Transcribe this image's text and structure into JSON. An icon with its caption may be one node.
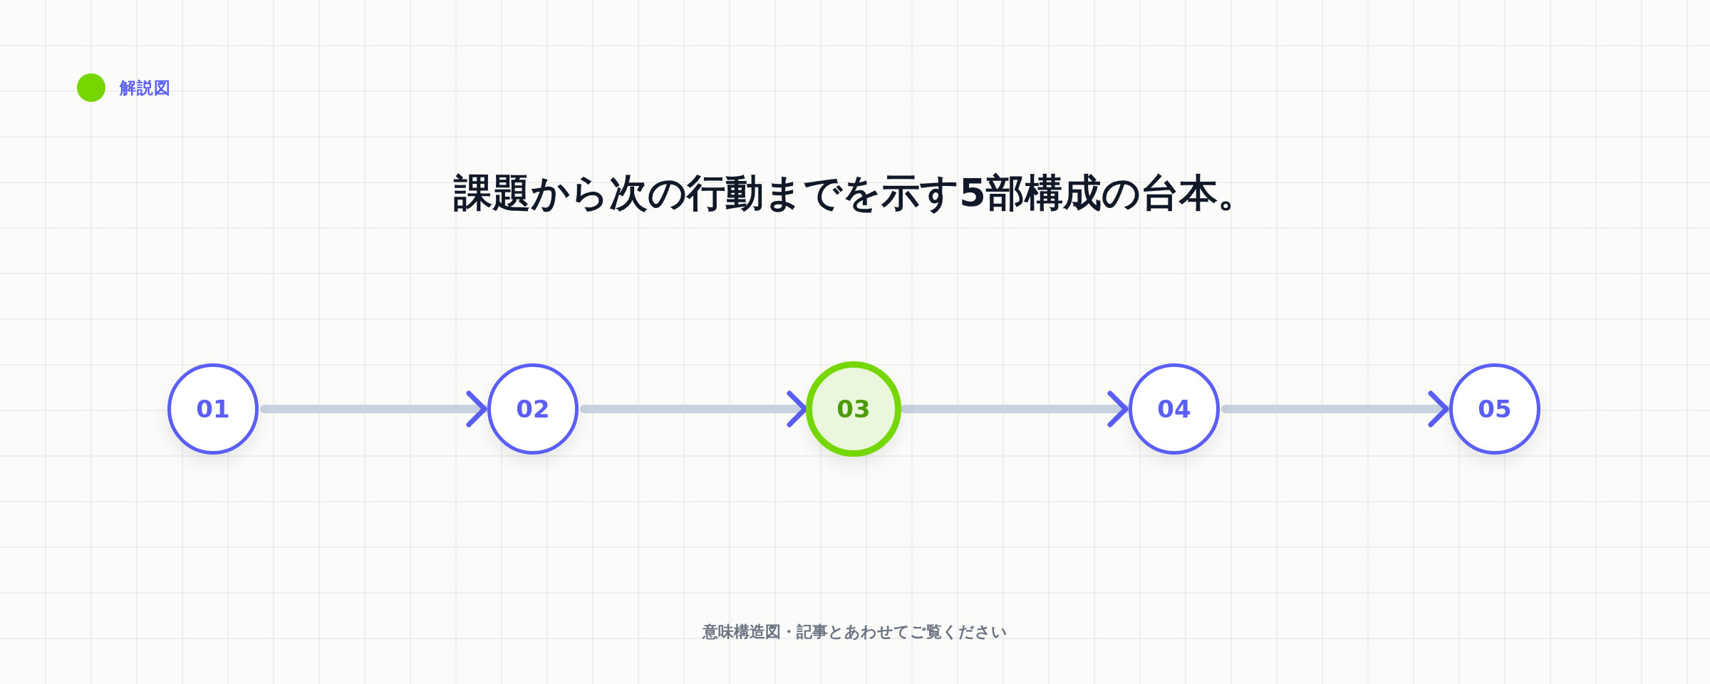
{
  "diagram": {
    "title": "課題から次の行動までを示す5部構成の台本。",
    "caption": "意味構造図・記事とあわせてご覧ください",
    "nodes": [
      {
        "text": [
          "01"
        ]
      },
      {
        "text": [
          "02"
        ]
      },
      {
        "text": [
          "03"
        ]
      },
      {
        "text": [
          "04"
        ]
      },
      {
        "text": [
          "05"
        ]
      }
    ],
    "edges": [
      {
        "from": 0,
        "to": 1,
        "arrow": "to"
      },
      {
        "from": 1,
        "to": 2,
        "arrow": "to"
      },
      {
        "from": 2,
        "to": 3,
        "arrow": "to"
      },
      {
        "from": 3,
        "to": 4,
        "arrow": "to"
      }
    ],
    "labels": [
      "解説図"
    ]
  }
}
